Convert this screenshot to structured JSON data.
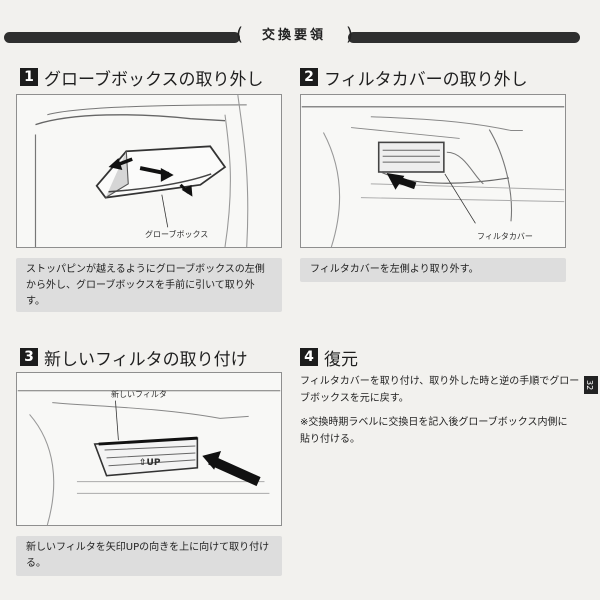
{
  "section": {
    "title": "交換要領"
  },
  "steps": [
    {
      "number": "1",
      "title": "グローブボックスの取り外し",
      "label": "グローブボックス",
      "caption": "ストッパピンが越えるようにグローブボックスの左側から外し、グローブボックスを手前に引いて取り外す。"
    },
    {
      "number": "2",
      "title": "フィルタカバーの取り外し",
      "label": "フィルタカバー",
      "caption": "フィルタカバーを左側より取り外す。"
    },
    {
      "number": "3",
      "title": "新しいフィルタの取り付け",
      "label": "新しいフィルタ",
      "filter_mark": "UP",
      "caption": "新しいフィルタを矢印UPの向きを上に向けて取り付ける。"
    },
    {
      "number": "4",
      "title": "復元",
      "body": "フィルタカバーを取り付け、取り外した時と逆の手順でグローブボックスを元に戻す。",
      "note": "※交換時期ラベルに交換日を記入後グローブボックス内側に貼り付ける。"
    }
  ],
  "side_tab": "32"
}
